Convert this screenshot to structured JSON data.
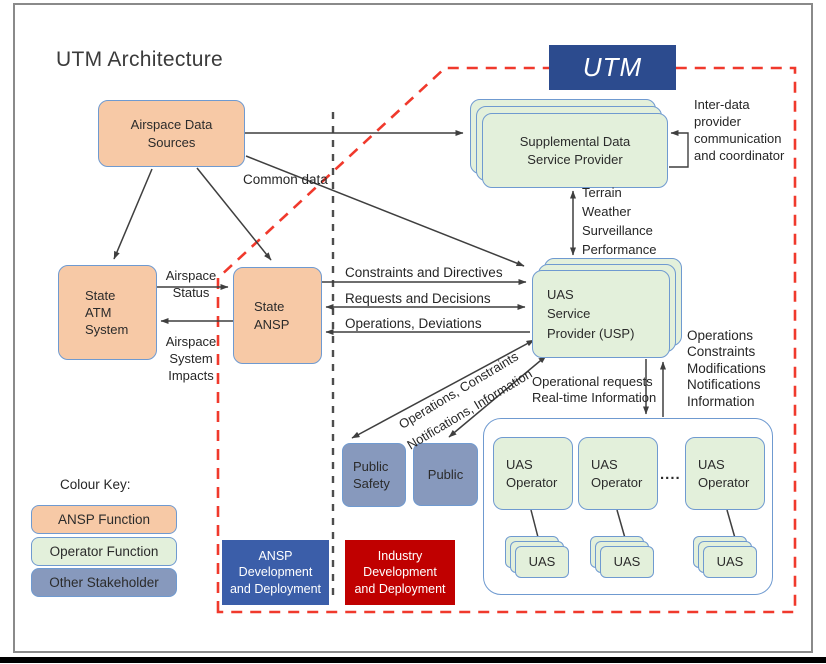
{
  "title": "UTM Architecture",
  "utm": {
    "label": "UTM"
  },
  "nodes": {
    "airspace_data_sources": "Airspace Data\nSources",
    "state_atm": "State\nATM\nSystem",
    "state_ansp": "State\nANSP",
    "supplemental": "Supplemental Data\nService Provider",
    "usp": "UAS\nService\nProvider (USP)",
    "public_safety": "Public\nSafety",
    "public": "Public",
    "operator_dots": "....",
    "ansp_dev": "ANSP\nDevelopment\nand Deployment",
    "industry_dev": "Industry\nDevelopment\nand Deployment"
  },
  "operators": [
    {
      "label": "UAS\nOperator",
      "uas": "UAS"
    },
    {
      "label": "UAS\nOperator",
      "uas": "UAS"
    },
    {
      "label": "UAS\nOperator",
      "uas": "UAS"
    }
  ],
  "flows": {
    "common_data": "Common data",
    "airspace_status": "Airspace\nStatus",
    "airspace_system_impacts": "Airspace\nSystem\nImpacts",
    "constraints_and_directives": "Constraints and Directives",
    "requests_and_decisions": "Requests and Decisions",
    "operations_deviations": "Operations, Deviations",
    "operations_constraints": "Operations, Constraints",
    "notifications_information": "Notifications, Information",
    "supplemental_exchange": "Terrain\nWeather\nSurveillance\nPerformance",
    "inter_data": "Inter-data\nprovider\ncommunication\nand coordinator",
    "operational_requests": "Operational requests\nReal-time Information",
    "usp_operator_exchange": "Operations\nConstraints\nModifications\nNotifications\nInformation"
  },
  "legend": {
    "title": "Colour Key:",
    "items": [
      {
        "label": "ANSP Function",
        "color": "#F7C9A6"
      },
      {
        "label": "Operator Function",
        "color": "#E3F0DB"
      },
      {
        "label": "Other Stakeholder",
        "color": "#8799BD"
      }
    ]
  },
  "colors": {
    "ansp_fill": "#F7C9A6",
    "operator_fill": "#E3F0DB",
    "stakeholder_fill": "#8799BD",
    "utm_blue": "#2C4B8E",
    "dev_blue": "#3B5EA9",
    "dev_red": "#C00000",
    "box_border_blue": "#6F9AD0",
    "dashed_red": "#F0392C",
    "dashed_black": "#4D4D4D",
    "arrow": "#3F3F3F"
  }
}
